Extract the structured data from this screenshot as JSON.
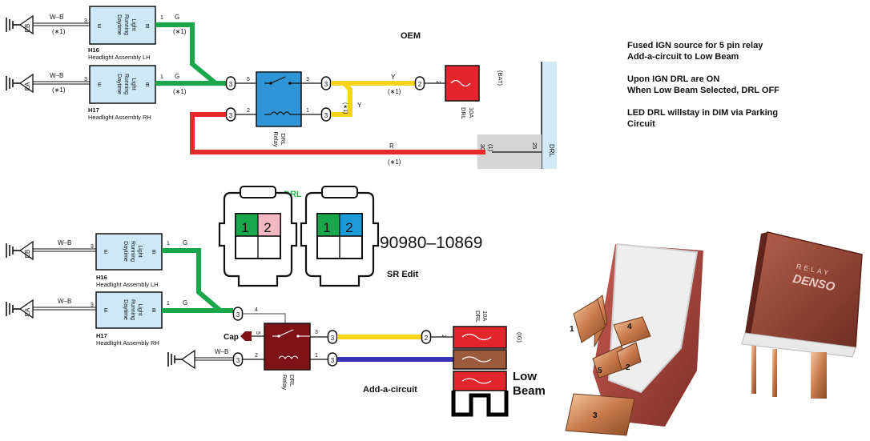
{
  "titles": {
    "oem": "OEM",
    "sr_edit": "SR Edit",
    "part_number": "90980–10869",
    "drl": "DRL"
  },
  "notes": {
    "line1": "Fused IGN source for 5 pin relay",
    "line2": "Add-a-circuit to Low Beam",
    "line3": "Upon IGN DRL are ON",
    "line4": "When Low Beam Selected, DRL OFF",
    "line5": "LED DRL willstay in DIM via Parking",
    "line6": "Circuit"
  },
  "headlights": {
    "drl_text": [
      "Daytime",
      "Running",
      "Light"
    ],
    "pin_e": "E",
    "pin_b": "B",
    "pin_3": "3",
    "pin_1": "1",
    "h16": "H16",
    "h16_desc": "Headlight Assembly LH",
    "h17": "H17",
    "h17_desc": "Headlight Assembly RH"
  },
  "grounds": {
    "eb": "EB",
    "ea": "EA"
  },
  "wires": {
    "wb": "W–B",
    "g": "G",
    "y": "Y",
    "r": "R",
    "star1": "(∗1)"
  },
  "relay": {
    "drl": "DRL",
    "relay": "Relay",
    "p5": "5",
    "p3": "3",
    "p2": "2",
    "p1": "1",
    "p4": "4"
  },
  "fuse": {
    "amp": "10A",
    "drl": "DRL",
    "bat": "(BAT)",
    "ig": "(IG)",
    "p2": "2"
  },
  "junction": {
    "p30": "30",
    "p11": "(1)",
    "p25": "25",
    "drl": "DRL"
  },
  "connectors": {
    "c3": "3",
    "c2": "2",
    "c1": "1",
    "c4": "4"
  },
  "edit": {
    "cap": "Cap",
    "add_a_circuit": "Add-a-circuit",
    "low": "Low",
    "beam": "Beam"
  },
  "socket_pins": {
    "p1": "1",
    "p2": "2"
  },
  "photo": {
    "brand": "DENSO",
    "brand_top": "RELAY",
    "pin_labels": [
      "1",
      "4",
      "5",
      "2",
      "3"
    ]
  },
  "colors": {
    "wire_green": "#1aa64b",
    "wire_yellow": "#f7d31a",
    "wire_red": "#e62a2a",
    "wire_blue": "#3a35b8",
    "box_blue": "#cde8f7",
    "relay_blue": "#2f95d6",
    "relay_dark": "#7e1216",
    "fuse_red": "#e2262b",
    "fuse_brown": "#9b5b3b",
    "junction_gray": "#d5d5d5",
    "junction_blue": "#d2eaf8",
    "drl_green": "#2bb04a",
    "pin_pink": "#f4b8c4",
    "pin_blue": "#1d9ad9"
  }
}
